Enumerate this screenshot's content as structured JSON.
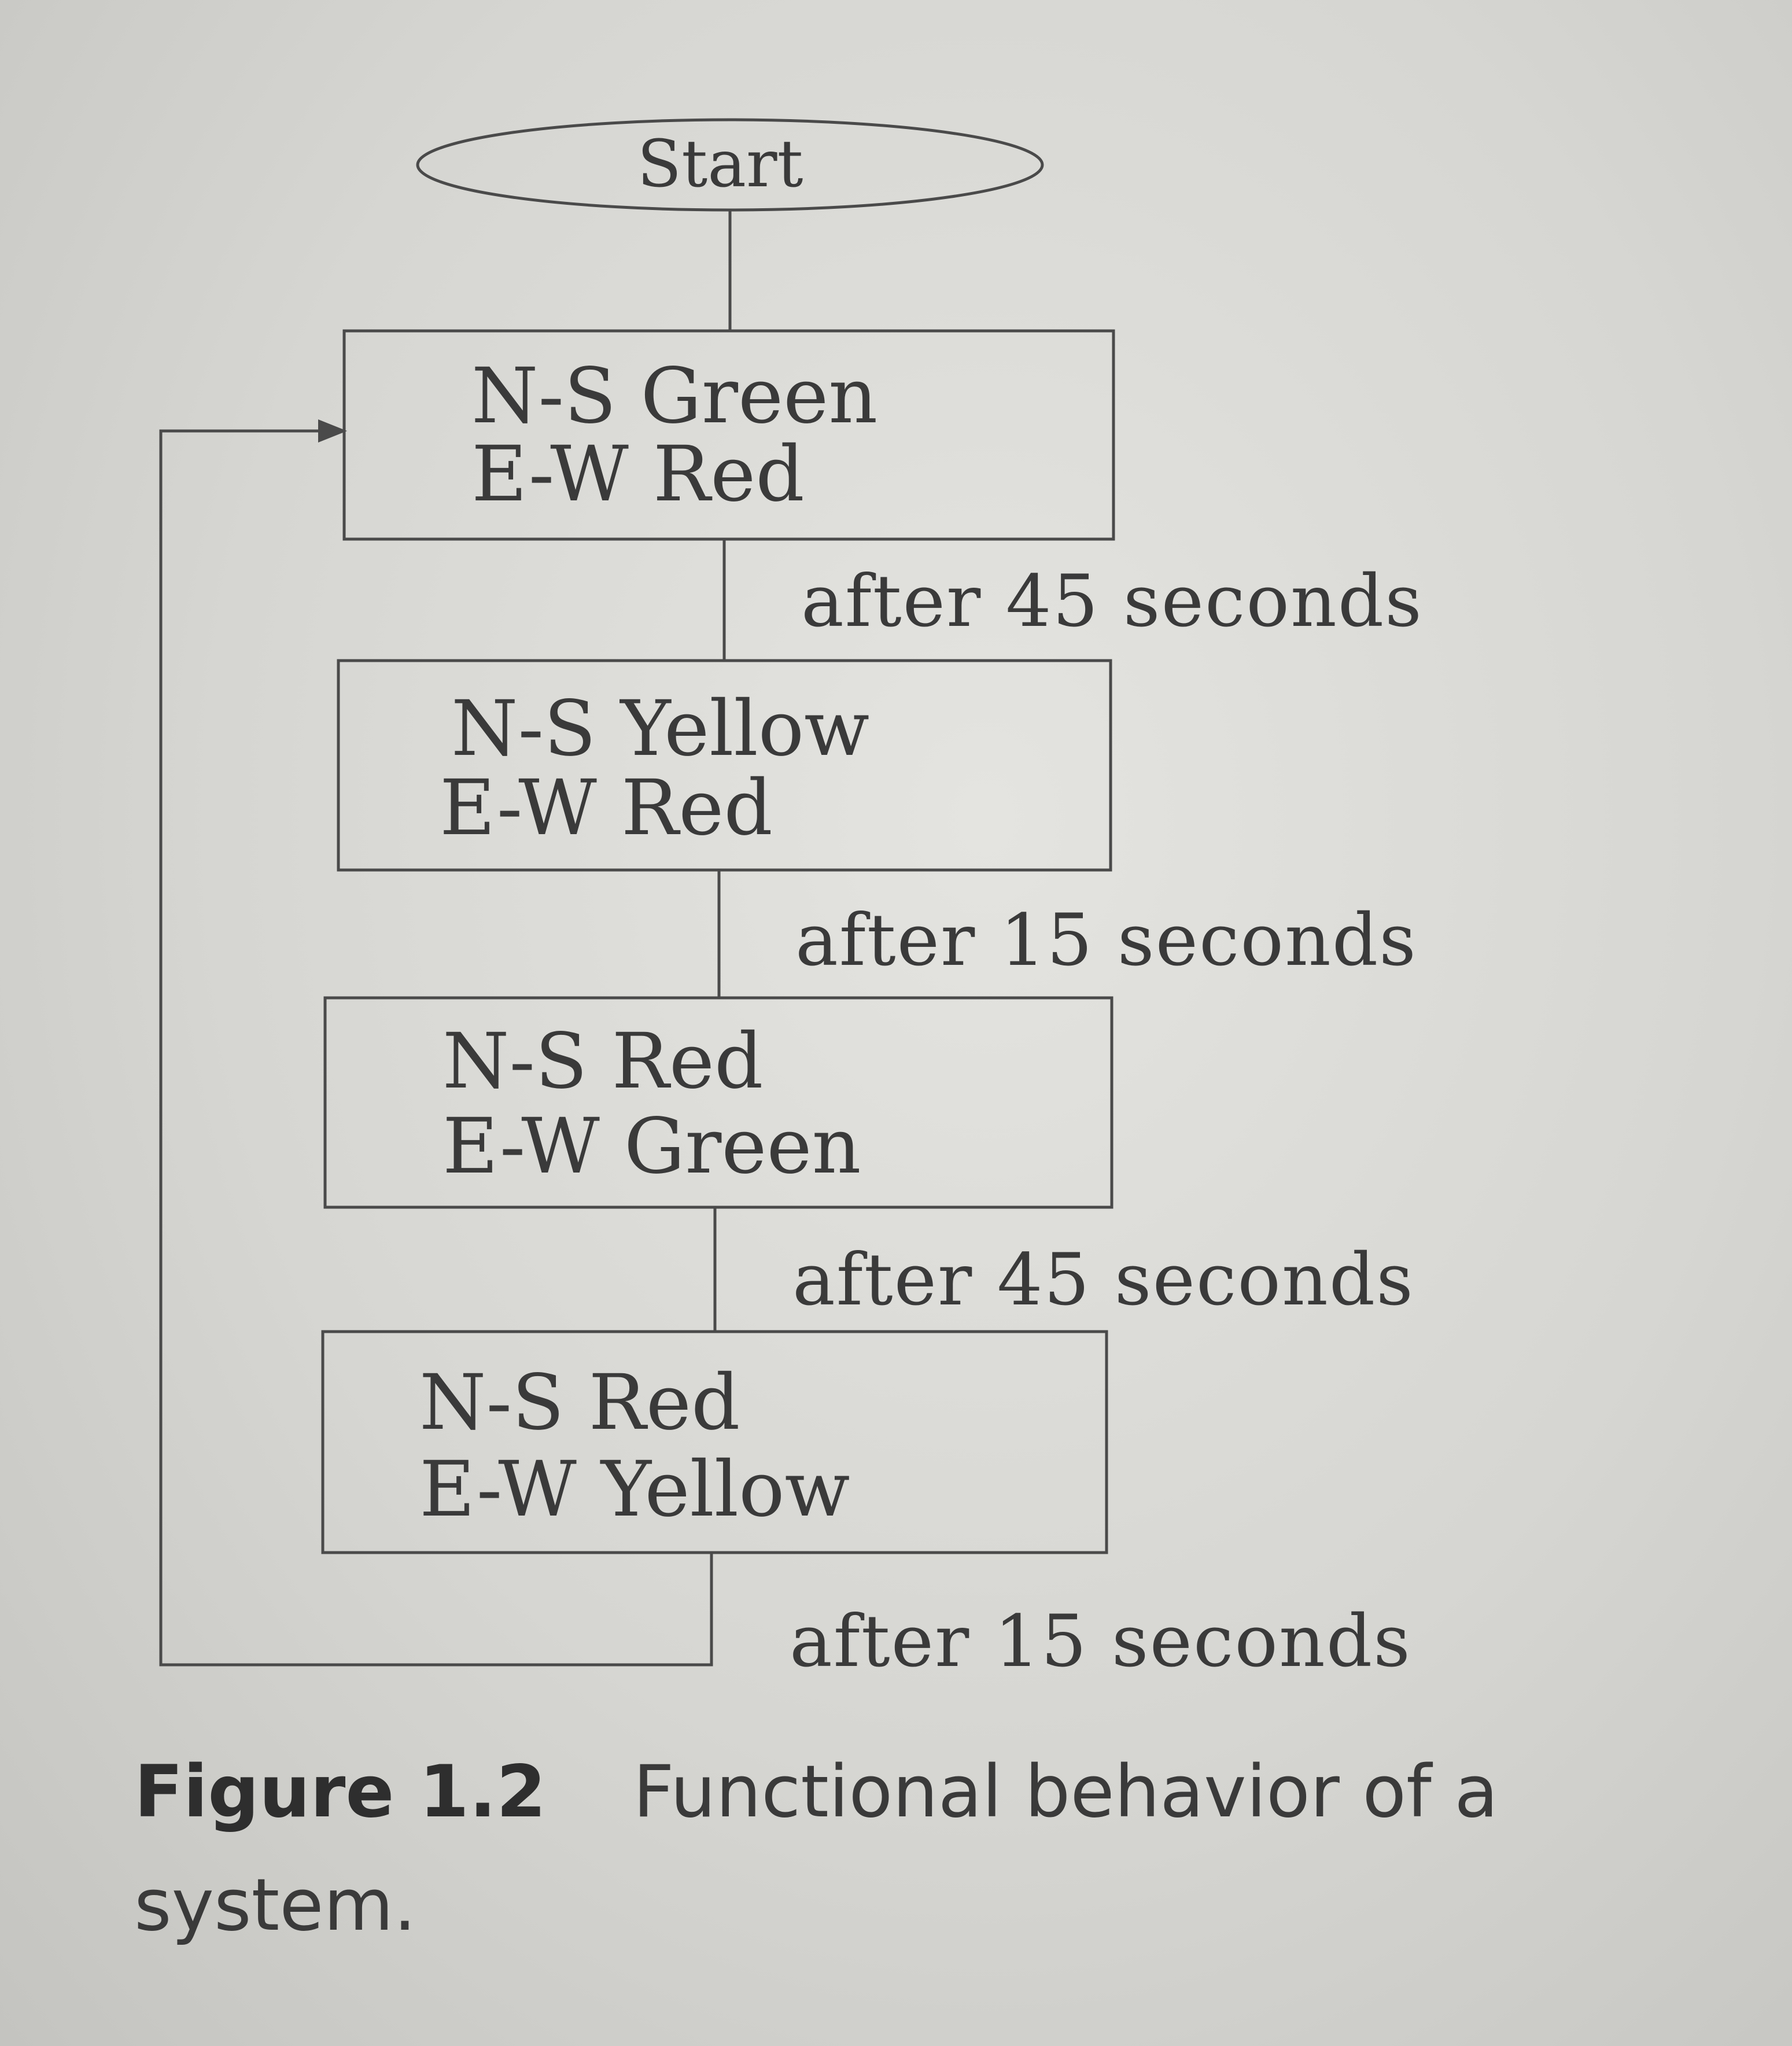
{
  "start": "Start",
  "states": [
    {
      "ns": "N-S Green",
      "ew": "E-W Red"
    },
    {
      "ns": "N-S Yellow",
      "ew": "E-W Red"
    },
    {
      "ns": "N-S Red",
      "ew": "E-W Green"
    },
    {
      "ns": "N-S Red",
      "ew": "E-W Yellow"
    }
  ],
  "transitions": [
    "after 45 seconds",
    "after 15 seconds",
    "after 45 seconds",
    "after 15 seconds"
  ],
  "caption": {
    "number": "Figure 1.2",
    "text": "Functional behavior of a system."
  }
}
